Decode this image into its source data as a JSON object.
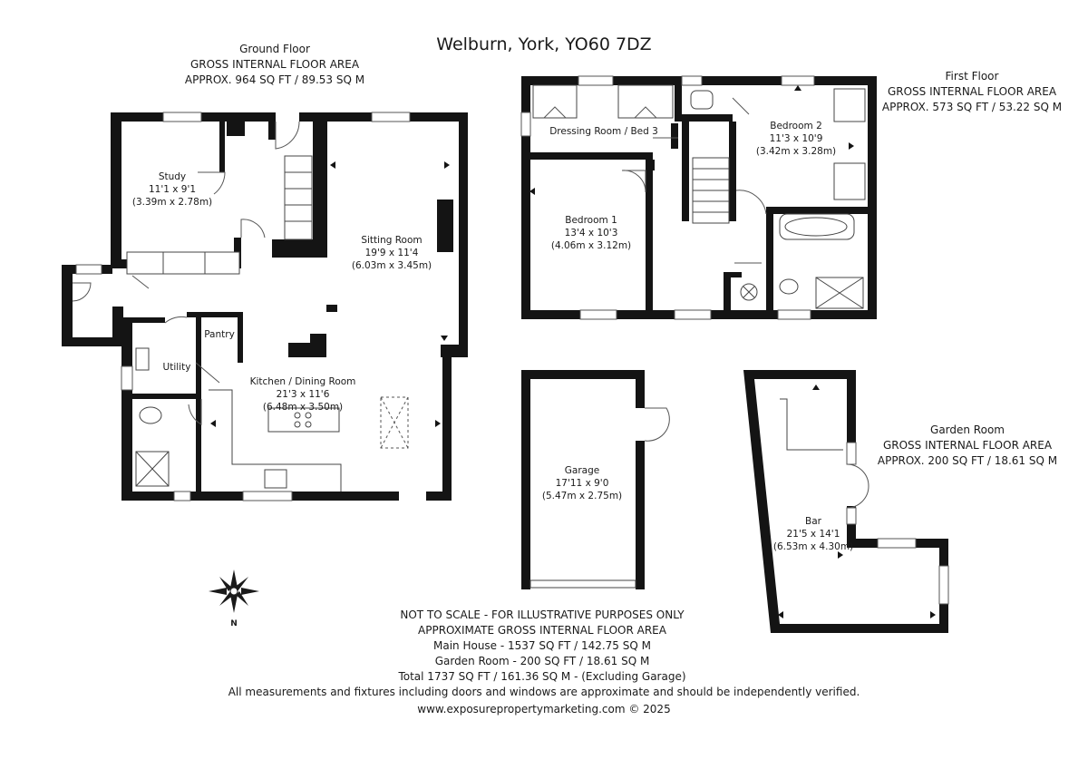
{
  "title": "Welburn, York, YO60 7DZ",
  "ground_floor": {
    "name": "Ground Floor",
    "area_label": "GROSS INTERNAL FLOOR AREA",
    "area": "APPROX. 964 SQ FT / 89.53 SQ M"
  },
  "first_floor": {
    "name": "First Floor",
    "area_label": "GROSS INTERNAL FLOOR AREA",
    "area": "APPROX. 573 SQ FT / 53.22 SQ M"
  },
  "garden_room": {
    "name": "Garden Room",
    "area_label": "GROSS INTERNAL FLOOR AREA",
    "area": "APPROX. 200 SQ FT / 18.61 SQ M"
  },
  "rooms": {
    "study": {
      "name": "Study",
      "imperial": "11'1 x 9'1",
      "metric": "(3.39m x 2.78m)"
    },
    "sitting": {
      "name": "Sitting Room",
      "imperial": "19'9 x 11'4",
      "metric": "(6.03m x 3.45m)"
    },
    "pantry": {
      "name": "Pantry"
    },
    "utility": {
      "name": "Utility"
    },
    "kitchen": {
      "name": "Kitchen / Dining Room",
      "imperial": "21'3 x 11'6",
      "metric": "(6.48m x 3.50m)"
    },
    "dressing": {
      "name": "Dressing Room / Bed 3"
    },
    "bedroom1": {
      "name": "Bedroom 1",
      "imperial": "13'4 x 10'3",
      "metric": "(4.06m x 3.12m)"
    },
    "bedroom2": {
      "name": "Bedroom 2",
      "imperial": "11'3 x 10'9",
      "metric": "(3.42m x 3.28m)"
    },
    "garage": {
      "name": "Garage",
      "imperial": "17'11 x 9'0",
      "metric": "(5.47m x 2.75m)"
    },
    "bar": {
      "name": "Bar",
      "imperial": "21'5 x 14'1",
      "metric": "(6.53m x 4.30m)"
    }
  },
  "compass": {
    "north": "N"
  },
  "footer": {
    "line1": "NOT TO SCALE - FOR ILLUSTRATIVE PURPOSES ONLY",
    "line2": "APPROXIMATE GROSS INTERNAL FLOOR AREA",
    "line3": "Main House - 1537 SQ FT / 142.75 SQ M",
    "line4": "Garden Room - 200 SQ FT / 18.61 SQ M",
    "line5": "Total 1737 SQ FT / 161.36 SQ M - (Excluding Garage)",
    "line6": "All measurements and fixtures including doors and windows are approximate and should be independently verified.",
    "line7": "www.exposurepropertymarketing.com © 2025"
  }
}
